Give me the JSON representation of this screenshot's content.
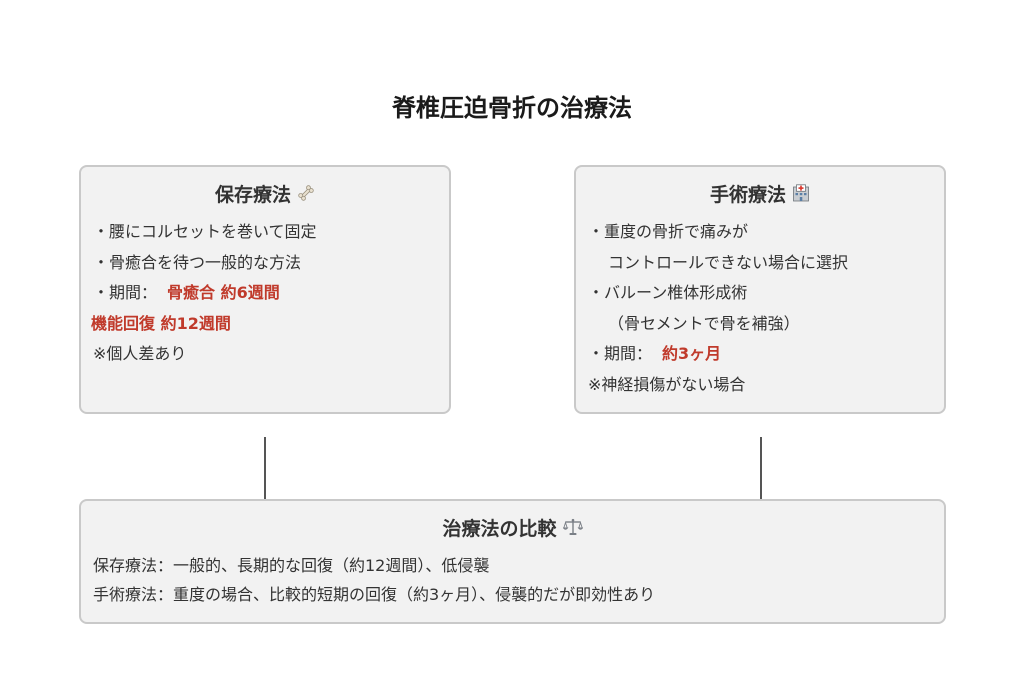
{
  "title": "脊椎圧迫骨折の治療法",
  "conservative": {
    "heading": "保存療法",
    "icon": "bone-icon",
    "bullet1": "・腰にコルセットを巻いて固定",
    "bullet2": "・骨癒合を待つ一般的な方法",
    "period_label": "・期間：",
    "period_value1": "骨癒合 約6週間",
    "period_value2": "機能回復 約12週間",
    "note": "※個人差あり"
  },
  "surgical": {
    "heading": "手術療法",
    "icon": "hospital-icon",
    "bullet1": "・重度の骨折で痛みが",
    "bullet1_cont": "コントロールできない場合に選択",
    "bullet2": "・バルーン椎体形成術",
    "bullet2_cont": "（骨セメントで骨を補強）",
    "period_label": "・期間：",
    "period_value": "約3ヶ月",
    "note": "※神経損傷がない場合"
  },
  "comparison": {
    "heading": "治療法の比較",
    "icon": "balance-scale-icon",
    "line1": "保存療法：一般的、長期的な回復（約12週間）、低侵襲",
    "line2": "手術療法：重度の場合、比較的短期の回復（約3ヶ月）、侵襲的だが即効性あり"
  },
  "colors": {
    "accent_red": "#c03a2b",
    "box_bg": "#f2f2f2",
    "box_border": "#c9c9c9"
  }
}
